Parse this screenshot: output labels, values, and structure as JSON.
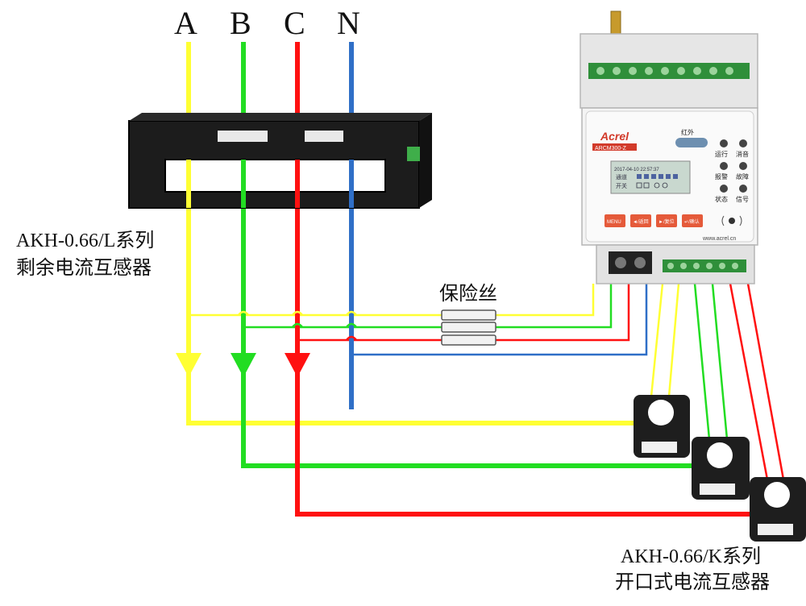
{
  "phases": [
    {
      "label": "A",
      "color": "#ffff33"
    },
    {
      "label": "B",
      "color": "#22dd22"
    },
    {
      "label": "C",
      "color": "#ff1111"
    },
    {
      "label": "N",
      "color": "#2f6fc7"
    }
  ],
  "residual_ct": {
    "line1": "AKH-0.66/L系列",
    "line2": "剩余电流互感器"
  },
  "fuse": {
    "label": "保险丝"
  },
  "split_ct": {
    "line1": "AKH-0.66/K系列",
    "line2": "开口式电流互感器"
  },
  "device": {
    "brand": "Acrel",
    "model": "ARCM300-Z",
    "ir_label": "红外",
    "lcd_line1": "2017-04-10  22:57:37",
    "lcd_line2": "通道",
    "lcd_line3": "开关",
    "lamps": [
      {
        "label": "运行"
      },
      {
        "label": "消音"
      },
      {
        "label": "报警"
      },
      {
        "label": "故障"
      },
      {
        "label": "状态"
      },
      {
        "label": "信号"
      }
    ],
    "buttons": [
      "MENU",
      "◄/返回",
      "►/复位",
      "↵/确认"
    ],
    "website": "www.acrel.cn"
  }
}
